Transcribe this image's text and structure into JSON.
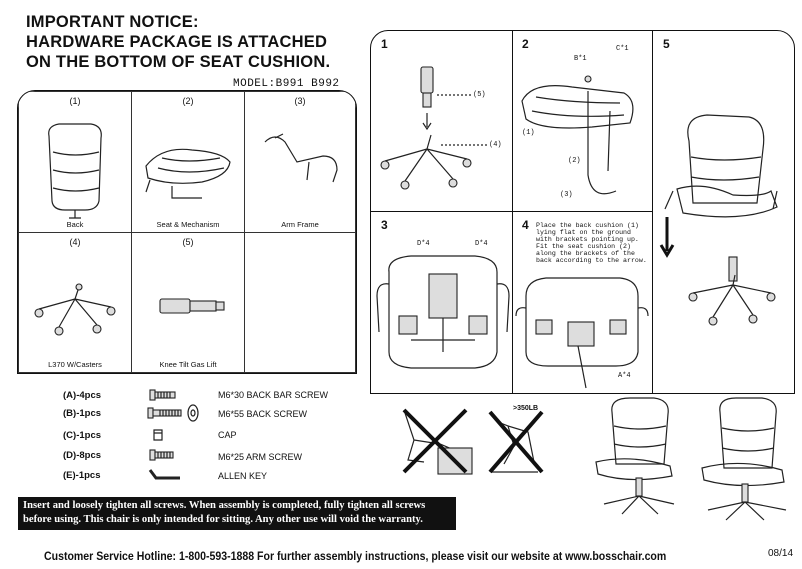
{
  "notice": {
    "line1": "IMPORTANT NOTICE:",
    "line2": "HARDWARE PACKAGE IS ATTACHED",
    "line3": "ON THE BOTTOM OF SEAT CUSHION."
  },
  "model": "MODEL:B991  B992",
  "parts": [
    {
      "num": "(1)",
      "name": "Back"
    },
    {
      "num": "(2)",
      "name": "Seat & Mechanism"
    },
    {
      "num": "(3)",
      "name": "Arm Frame"
    },
    {
      "num": "(4)",
      "name": "L370 W/Casters"
    },
    {
      "num": "(5)",
      "name": "Knee Tilt Gas Lift"
    }
  ],
  "hardware": [
    {
      "code": "(A)-4pcs",
      "desc": "M6*30  BACK BAR SCREW"
    },
    {
      "code": "(B)-1pcs",
      "desc": "M6*55 BACK SCREW"
    },
    {
      "code": "(C)-1pcs",
      "desc": "CAP"
    },
    {
      "code": "(D)-8pcs",
      "desc": "M6*25  ARM SCREW"
    },
    {
      "code": "(E)-1pcs",
      "desc": "ALLEN KEY"
    }
  ],
  "warning": {
    "line1": "Insert and loosely tighten all screws. When assembly is completed, fully tighten all screws",
    "line2": "before using. This chair is only intended for sitting. Any other use will void the warranty."
  },
  "footer": "Customer Service Hotline: 1-800-593-1888   For further assembly instructions,   please visit our website at   www.bosschair.com",
  "date": "08/14",
  "steps": {
    "s1": {
      "num": "1",
      "l5": "(5)",
      "l4": "(4)"
    },
    "s2": {
      "num": "2",
      "b": "B*1",
      "c": "C*1",
      "l1": "(1)",
      "l2": "(2)",
      "l3": "(3)"
    },
    "s3": {
      "num": "3",
      "d1": "D*4",
      "d2": "D*4"
    },
    "s4": {
      "num": "4",
      "text": "Place the back cushion (1) lying flat on the ground with brackets pointing up. Fit the seat cushion (2) along the brackets of the back according to the arrow.",
      "a": "A*4"
    },
    "s5": {
      "num": "5"
    }
  },
  "weight": ">350LB"
}
